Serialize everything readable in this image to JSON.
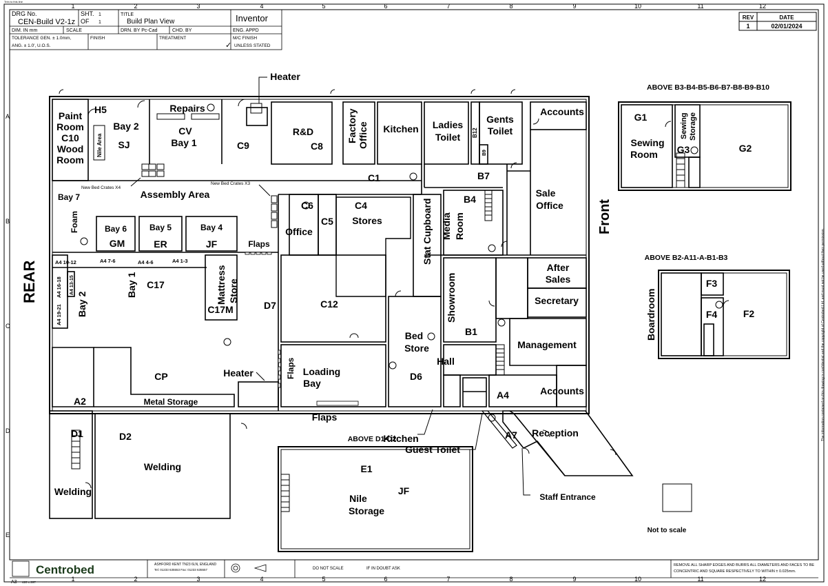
{
  "title_block": {
    "drg_no_label": "DRG No.",
    "drg_no": "CEN-Build V2-1z",
    "sht_label": "SHT.",
    "sht": "1",
    "of_label": "OF",
    "of": "1",
    "title_label": "TITLE",
    "title": "Build Plan View",
    "software": "Inventor",
    "dim": "DIM. IN mm",
    "scale_label": "SCALE",
    "drn_by": "DRN. BY Pc-Cad",
    "chd_by": "CHD. BY",
    "eng_appd": "ENG. APPD",
    "tolerance_1": "TOLERANCE GEN. ± 1.0mm,",
    "tolerance_2": "ANG. ± 1.0', U.O.S.",
    "finish_label": "FINISH",
    "treatment_label": "TREATMENT",
    "mc_finish_label": "M/C FINISH",
    "unless_stated": "UNLESS STATED",
    "trim_note": "Trim to this line"
  },
  "revision": {
    "rev_label": "REV",
    "date_label": "DATE",
    "rev": "1",
    "date": "02/01/2024"
  },
  "grid": {
    "columns": [
      "1",
      "2",
      "3",
      "4",
      "5",
      "6",
      "7",
      "8",
      "9",
      "10",
      "11",
      "12"
    ],
    "rows": [
      "A",
      "B",
      "C",
      "D",
      "E"
    ]
  },
  "orientation": {
    "rear": "REAR",
    "front": "Front"
  },
  "sections": {
    "above_b3": "ABOVE B3-B4-B5-B6-B7-B8-B9-B10",
    "above_b2": "ABOVE B2-A11-A-B1-B3",
    "above_d1": "ABOVE D1-D2",
    "not_to_scale": "Not to scale"
  },
  "rooms": {
    "paint_room": [
      "Paint",
      "Room",
      "C10",
      "Wood",
      "Room"
    ],
    "nile_area": "Nile Area",
    "h5": "H5",
    "bay2_sj": [
      "Bay 2",
      "SJ"
    ],
    "repairs": "Repairs",
    "cv_bay1": [
      "CV",
      "Bay 1"
    ],
    "c9": "C9",
    "heater_top": "Heater",
    "rd_c8": [
      "R&D",
      "C8"
    ],
    "factory_office": [
      "Factory",
      "Office"
    ],
    "kitchen": "Kitchen",
    "ladies_toilet": [
      "Ladies",
      "Toilet"
    ],
    "b12": "B12",
    "b9": "B9",
    "gents_toilet": [
      "Gents",
      "Toilet"
    ],
    "accounts_top": "Accounts",
    "new_bed_crates_x4": "New Bed Crates X4",
    "new_bed_crates_x3": "New Bed Crates X3",
    "bay7": "Bay 7",
    "foam": "Foam",
    "assembly_area": "Assembly Area",
    "c1": "C1",
    "b7": "B7",
    "sale_office": [
      "Sale",
      "Office"
    ],
    "bay6_gm": [
      "Bay 6",
      "GM"
    ],
    "bay5_er": [
      "Bay 5",
      "ER"
    ],
    "bay4_jf": [
      "Bay 4",
      "JF"
    ],
    "flaps_1": "Flaps",
    "c6_office": [
      "C6",
      "Office"
    ],
    "c5": "C5",
    "c4_stores": [
      "C4",
      "Stores"
    ],
    "stat_cupboard": "Stat Cupboard",
    "b4_media": [
      "B4",
      "Media",
      "Room"
    ],
    "a4_10_12": "A4 10-12",
    "a4_7_6": "A4 7-6",
    "a4_4_6": "A4 4-6",
    "a4_1_3": "A4 1-3",
    "a4_16_18": "A4 16-18",
    "a4_13_15": "A4 13-15",
    "a4_19_21": "A4 19-21",
    "bay2_left": "Bay 2",
    "bay1_left": "Bay 1",
    "c17": "C17",
    "mattress_store": [
      "Mattress",
      "Store",
      "C17M"
    ],
    "d7": "D7",
    "c12": "C12",
    "bed_store": [
      "Bed",
      "Store"
    ],
    "showroom": [
      "Showroom",
      "B1"
    ],
    "after_sales": [
      "After",
      "Sales"
    ],
    "secretary": "Secretary",
    "management": "Management",
    "cp": "CP",
    "heater_mid": "Heater",
    "flaps_2": "Flaps",
    "loading_bay": [
      "Loading",
      "Bay"
    ],
    "d6": "D6",
    "hall": "Hall",
    "a4": "A4",
    "accounts_bottom": "Accounts",
    "a2": "A2",
    "metal_storage": "Metal Storage",
    "flaps_3": "Flaps",
    "kitchen_lower": "Kitchen",
    "guest_toilet": "Guest Toilet",
    "a7": "A7",
    "reception": "Reception",
    "d1": "D1",
    "d2": "D2",
    "welding": "Welding",
    "welding_left": "Welding",
    "e1": "E1",
    "jf": "JF",
    "nile_storage": [
      "Nile",
      "Storage"
    ],
    "staff_entrance": "Staff Entrance",
    "g1_sewing": [
      "G1",
      "Sewing",
      "Room"
    ],
    "sewing_storage": [
      "Sewing",
      "Storage"
    ],
    "g3": "G3",
    "g2": "G2",
    "boardroom": "Boardroom",
    "f3": "F3",
    "f4": "F4",
    "f2": "F2"
  },
  "footer": {
    "company": "Centrobed",
    "address": "ASHFORD KENT TN23 6LN, ENGLAND",
    "tel": "Tel: 01233 635553  Fax: 01233 635557",
    "do_not_scale": "DO NOT SCALE",
    "if_in_doubt": "IF IN DOUBT ASK",
    "remove_edges_1": "REMOVE ALL SHARP EDGES AND BURRS ALL DIAMETERS AND FACES TO BE",
    "remove_edges_2": "CONCENTRIC AND SQUARE RESPECTIVELY TO WITHIN ± 0.025mm.",
    "sheet_size": "A3",
    "sheet_dims": "420 x 297",
    "confidential": "The information contained on this drawing is confidential and the copyright of Centrobed Ltd. and must not be used without their permission."
  }
}
